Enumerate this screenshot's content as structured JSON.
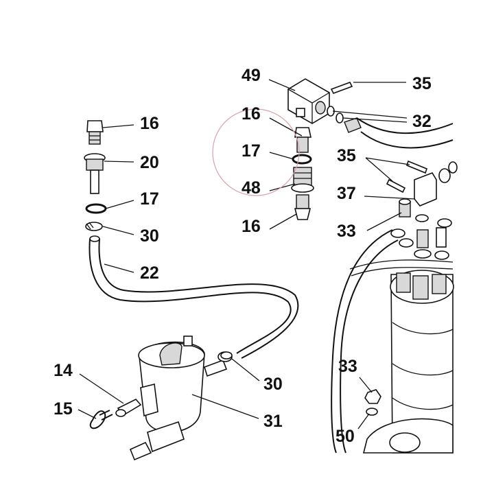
{
  "labels": {
    "l49": "49",
    "l35a": "35",
    "l16a": "16",
    "l32": "32",
    "l17a": "17",
    "l35b": "35",
    "l48": "48",
    "l37": "37",
    "l16b": "16",
    "l33a": "33",
    "l16c": "16",
    "l20": "20",
    "l17b": "17",
    "l30a": "30",
    "l22": "22",
    "l14": "14",
    "l15": "15",
    "l30b": "30",
    "l31": "31",
    "l33b": "33",
    "l50": "50"
  },
  "colors": {
    "ink": "#111111",
    "highlight": "#d9a0a8",
    "background": "#ffffff"
  }
}
